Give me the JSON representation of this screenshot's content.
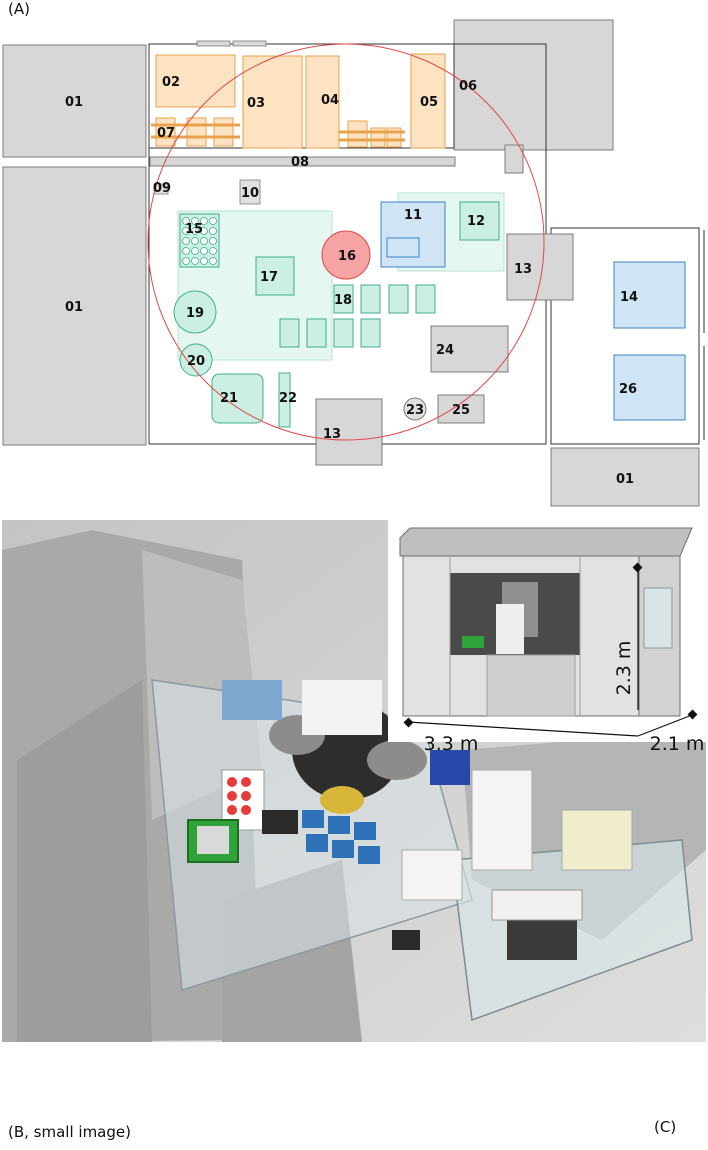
{
  "panel_labels": {
    "a": "(A)",
    "b": "(B, small image)",
    "c": "(C)"
  },
  "floorplan_labels": {
    "n01": "01",
    "n02": "02",
    "n03": "03",
    "n04": "04",
    "n05": "05",
    "n06": "06",
    "n07": "07",
    "n08": "08",
    "n09": "09",
    "n10": "10",
    "n11": "11",
    "n12": "12",
    "n13": "13",
    "n14": "14",
    "n15": "15",
    "n16": "16",
    "n17": "17",
    "n18": "18",
    "n19": "19",
    "n20": "20",
    "n21": "21",
    "n22": "22",
    "n23": "23",
    "n24": "24",
    "n25": "25",
    "n26": "26"
  },
  "dimensions": {
    "height": "2.3 m",
    "width": "3.3 m",
    "depth": "2.1 m"
  },
  "colors": {
    "gray_block": "#d7d7d7",
    "orange_fill": "#fde3c2",
    "orange_stroke": "#e8a24c",
    "teal_fill": "#ccefe3",
    "teal_stroke": "#3fae8e",
    "blue_fill": "#cfe4f5",
    "blue_stroke": "#3c83c4",
    "red_fill": "#f5a3a3",
    "reach_circle": "#e04848"
  }
}
